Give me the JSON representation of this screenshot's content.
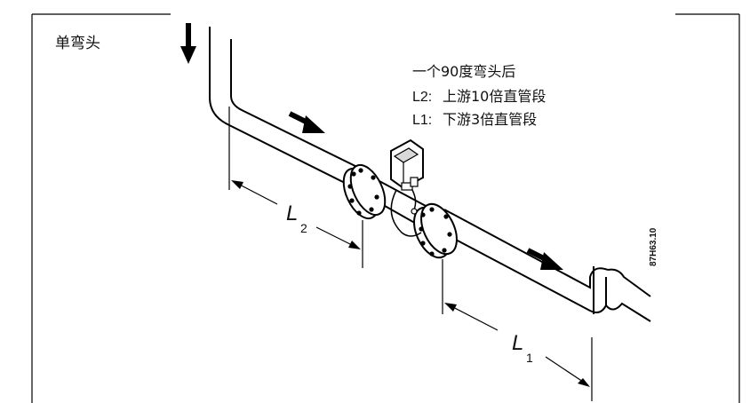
{
  "labels": {
    "single_elbow": "单弯头",
    "after_elbow": "一个90度弯头后",
    "l2_key": "L2:",
    "l2_desc": "上游10倍直管段",
    "l1_key": "L1:",
    "l1_desc": "下游3倍直管段",
    "dim_l2": "L",
    "dim_l2_sub": "2",
    "dim_l1": "L",
    "dim_l1_sub": "1",
    "figure_code": "87H63.10"
  },
  "colors": {
    "line": "#000000",
    "background": "#ffffff",
    "transmitter_screen": "#d9d9d9"
  },
  "icons": [
    "flow-arrow-down-icon",
    "flow-arrow-right-icon",
    "flowmeter-icon"
  ]
}
